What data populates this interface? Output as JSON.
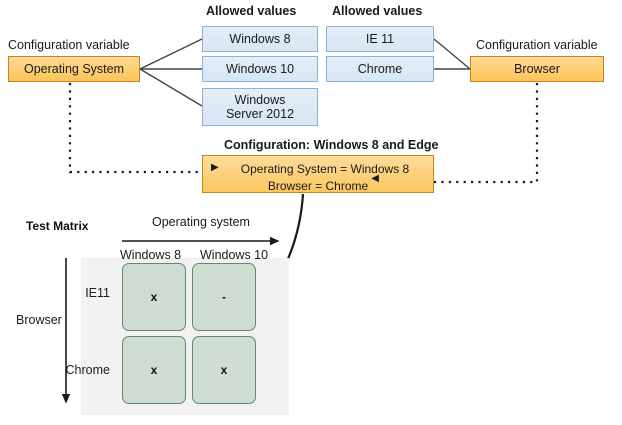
{
  "diagram": {
    "left_group": {
      "allowed_values_header": "Allowed values",
      "variable_caption": "Configuration variable",
      "variable_name": "Operating System",
      "values": [
        "Windows 8",
        "Windows 10",
        "Windows\nServer 2012"
      ],
      "values_flat": [
        "Windows 8",
        "Windows 10",
        "Windows Server 2012"
      ]
    },
    "right_group": {
      "allowed_values_header": "Allowed values",
      "variable_caption": "Configuration variable",
      "variable_name": "Browser",
      "values": [
        "IE 11",
        "Chrome"
      ]
    },
    "configuration": {
      "title": "Configuration: Windows 8 and Edge",
      "lines": [
        "Operating System = Windows 8",
        "Browser = Chrome"
      ],
      "left_marker": "▶",
      "right_marker": "◀"
    },
    "matrix": {
      "title": "Test Matrix",
      "x_axis_label": "Operating system",
      "y_axis_label": "Browser",
      "columns": [
        "Windows 8",
        "Windows 10"
      ],
      "rows": [
        "IE11",
        "Chrome"
      ],
      "cells": [
        [
          "x",
          "-"
        ],
        [
          "x",
          "x"
        ]
      ]
    },
    "colors": {
      "orange_fill_top": "#fedc9b",
      "orange_fill_bottom": "#fbc75f",
      "orange_border": "#c9821c",
      "blue_fill": "#dce9f6",
      "blue_border": "#8fb2d4",
      "cell_fill": "#cfdcd2",
      "cell_border": "#5f8a6d",
      "matrix_bg": "#f2f2f2",
      "connector": "#444444"
    }
  }
}
